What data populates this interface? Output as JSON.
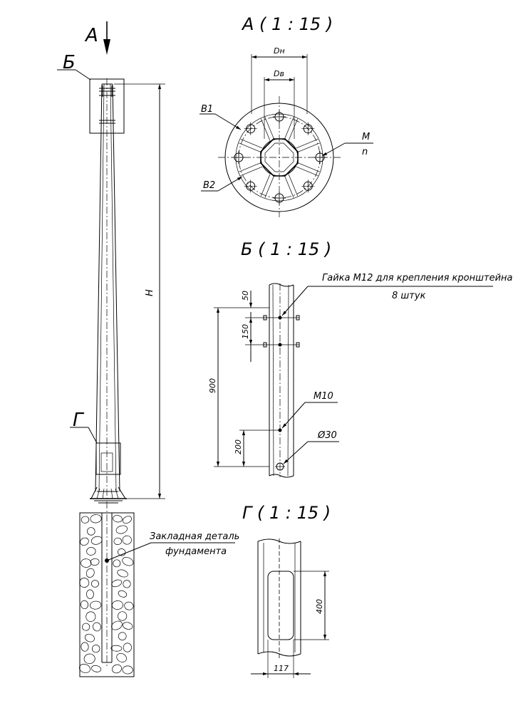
{
  "views": {
    "main": {
      "arrow_label": "А",
      "callout_b": "Б",
      "callout_g": "Г",
      "height_label": "H",
      "foundation_label_1": "Закладная деталь",
      "foundation_label_2": "фундамента"
    },
    "a": {
      "title": "А ( 1 : 15 )",
      "dn": "Dн",
      "dv": "Dв",
      "b1": "B1",
      "b2": "B2",
      "m": "M",
      "n": "n"
    },
    "b": {
      "title": "Б ( 1 : 15 )",
      "nut_label_1": "Гайка М12 для крепления кронштейна",
      "nut_label_2": "8 штук",
      "dim_50": "50",
      "dim_150": "150",
      "dim_900": "900",
      "dim_200": "200",
      "m10": "М10",
      "d30": "Ø30"
    },
    "g": {
      "title": "Г ( 1 : 15 )",
      "dim_400": "400",
      "dim_117": "117"
    }
  }
}
